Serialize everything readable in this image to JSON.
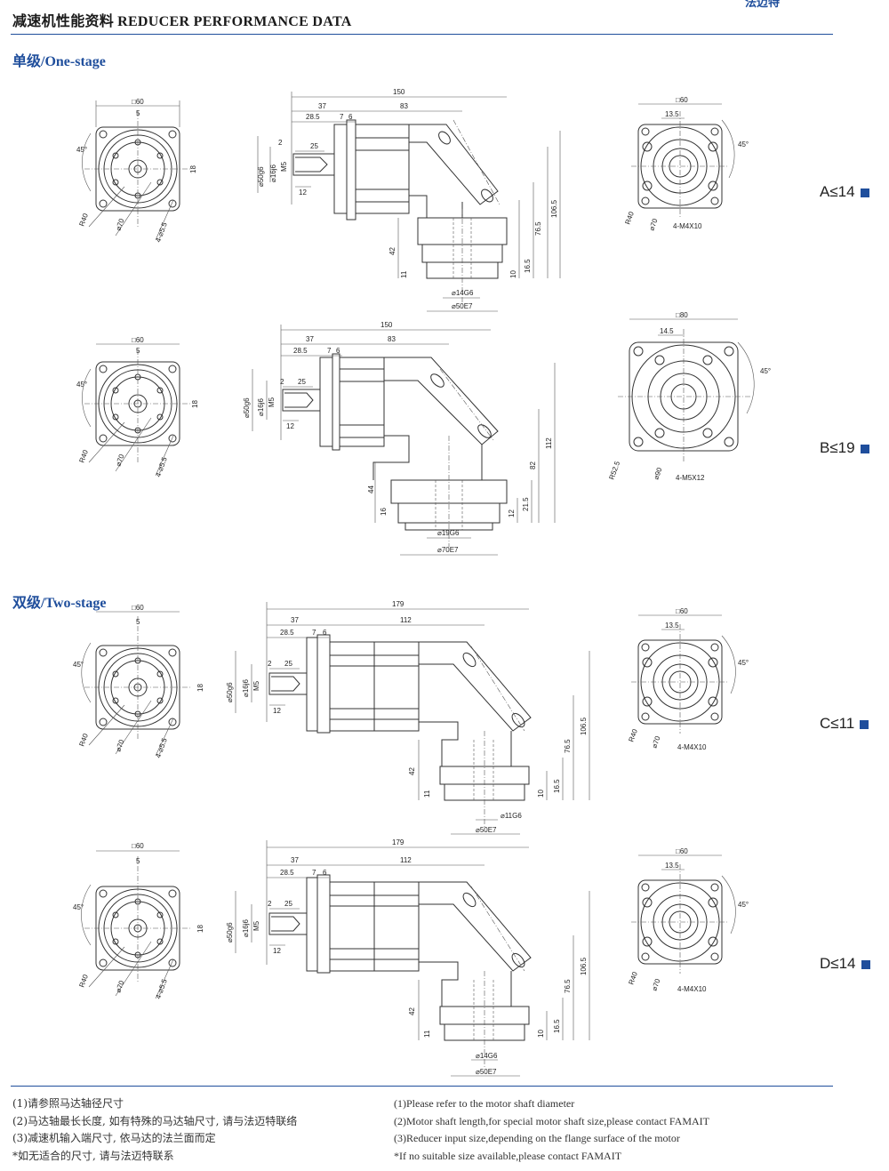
{
  "header": {
    "title_cn": "减速机性能资料",
    "title_en": "REDUCER PERFORMANCE DATA",
    "brand": "法迈特"
  },
  "sections": {
    "one_stage": "单级/One-stage",
    "two_stage": "双级/Two-stage"
  },
  "variants": [
    {
      "label": "A≤14"
    },
    {
      "label": "B≤19"
    },
    {
      "label": "C≤11"
    },
    {
      "label": "D≤14"
    }
  ],
  "drawings": {
    "A": {
      "front": {
        "square": "□60",
        "key": "5",
        "angle": "45°",
        "r": "R40",
        "pcd": "⌀70",
        "holes": "4-⌀5.5",
        "h": "18"
      },
      "side": {
        "total": "150",
        "d37": "37",
        "d83": "83",
        "d285": "28.5",
        "d7": "7",
        "d6": "6",
        "d25": "25",
        "d2": "2",
        "d12": "12",
        "pilot": "⌀50g6",
        "shaft": "⌀16j6",
        "m": "M5",
        "h42": "42",
        "h11": "11",
        "h10": "10",
        "h165": "16.5",
        "h765": "76.5",
        "h1065": "106.5",
        "out_shaft": "⌀14G6",
        "out_pilot": "⌀50E7"
      },
      "back": {
        "square": "□60",
        "w": "13.5",
        "angle": "45°",
        "r": "R40",
        "pcd": "⌀70",
        "holes": "4-M4X10"
      }
    },
    "B": {
      "front": {
        "square": "□60",
        "key": "5",
        "angle": "45°",
        "r": "R40",
        "pcd": "⌀70",
        "holes": "4-⌀5.5",
        "h": "18"
      },
      "side": {
        "total": "150",
        "d37": "37",
        "d83": "83",
        "d285": "28.5",
        "d7": "7",
        "d6": "6",
        "d25": "25",
        "d2": "2",
        "d12": "12",
        "pilot": "⌀50g6",
        "shaft": "⌀16j6",
        "m": "M5",
        "h44": "44",
        "h16": "16",
        "h12": "12",
        "h215": "21.5",
        "h82": "82",
        "h112": "112",
        "out_shaft": "⌀19G6",
        "out_pilot": "⌀70E7"
      },
      "back": {
        "square": "□80",
        "w": "14.5",
        "angle": "45°",
        "r": "R52.5",
        "pcd": "⌀90",
        "holes": "4-M5X12"
      }
    },
    "C": {
      "front": {
        "square": "□60",
        "key": "5",
        "angle": "45°",
        "r": "R40",
        "pcd": "⌀70",
        "holes": "4-⌀5.5",
        "h": "18"
      },
      "side": {
        "total": "179",
        "d37": "37",
        "d112": "112",
        "d285": "28.5",
        "d7": "7",
        "d6": "6",
        "d25": "25",
        "d2": "2",
        "d12": "12",
        "pilot": "⌀50g6",
        "shaft": "⌀16j6",
        "m": "M5",
        "h42": "42",
        "h11": "11",
        "h10": "10",
        "h165": "16.5",
        "h765": "76.5",
        "h1065": "106.5",
        "out_shaft": "⌀11G6",
        "out_pilot": "⌀50E7"
      },
      "back": {
        "square": "□60",
        "w": "13.5",
        "angle": "45°",
        "r": "R40",
        "pcd": "⌀70",
        "holes": "4-M4X10"
      }
    },
    "D": {
      "front": {
        "square": "□60",
        "key": "5",
        "angle": "45°",
        "r": "R40",
        "pcd": "⌀70",
        "holes": "4-⌀5.5",
        "h": "18"
      },
      "side": {
        "total": "179",
        "d37": "37",
        "d112": "112",
        "d285": "28.5",
        "d7": "7",
        "d6": "6",
        "d25": "25",
        "d2": "2",
        "d12": "12",
        "pilot": "⌀50g6",
        "shaft": "⌀16j6",
        "m": "M5",
        "h42": "42",
        "h11": "11",
        "h10": "10",
        "h165": "16.5",
        "h765": "76.5",
        "h1065": "106.5",
        "out_shaft": "⌀14G6",
        "out_pilot": "⌀50E7"
      },
      "back": {
        "square": "□60",
        "w": "13.5",
        "angle": "45°",
        "r": "R40",
        "pcd": "⌀70",
        "holes": "4-M4X10"
      }
    }
  },
  "notes_cn": [
    "(1)请参照马达轴径尺寸",
    "(2)马达轴最长长度, 如有特殊的马达轴尺寸, 请与法迈特联络",
    "(3)减速机输入端尺寸, 依马达的法兰面而定",
    "*如无适合的尺寸, 请与法迈特联系"
  ],
  "notes_en": [
    "(1)Please refer to the motor shaft diameter",
    "(2)Motor shaft length,for special motor shaft size,please contact FAMAIT",
    "(3)Reducer input size,depending on the flange surface of the motor",
    "*If no suitable size available,please contact FAMAIT"
  ]
}
